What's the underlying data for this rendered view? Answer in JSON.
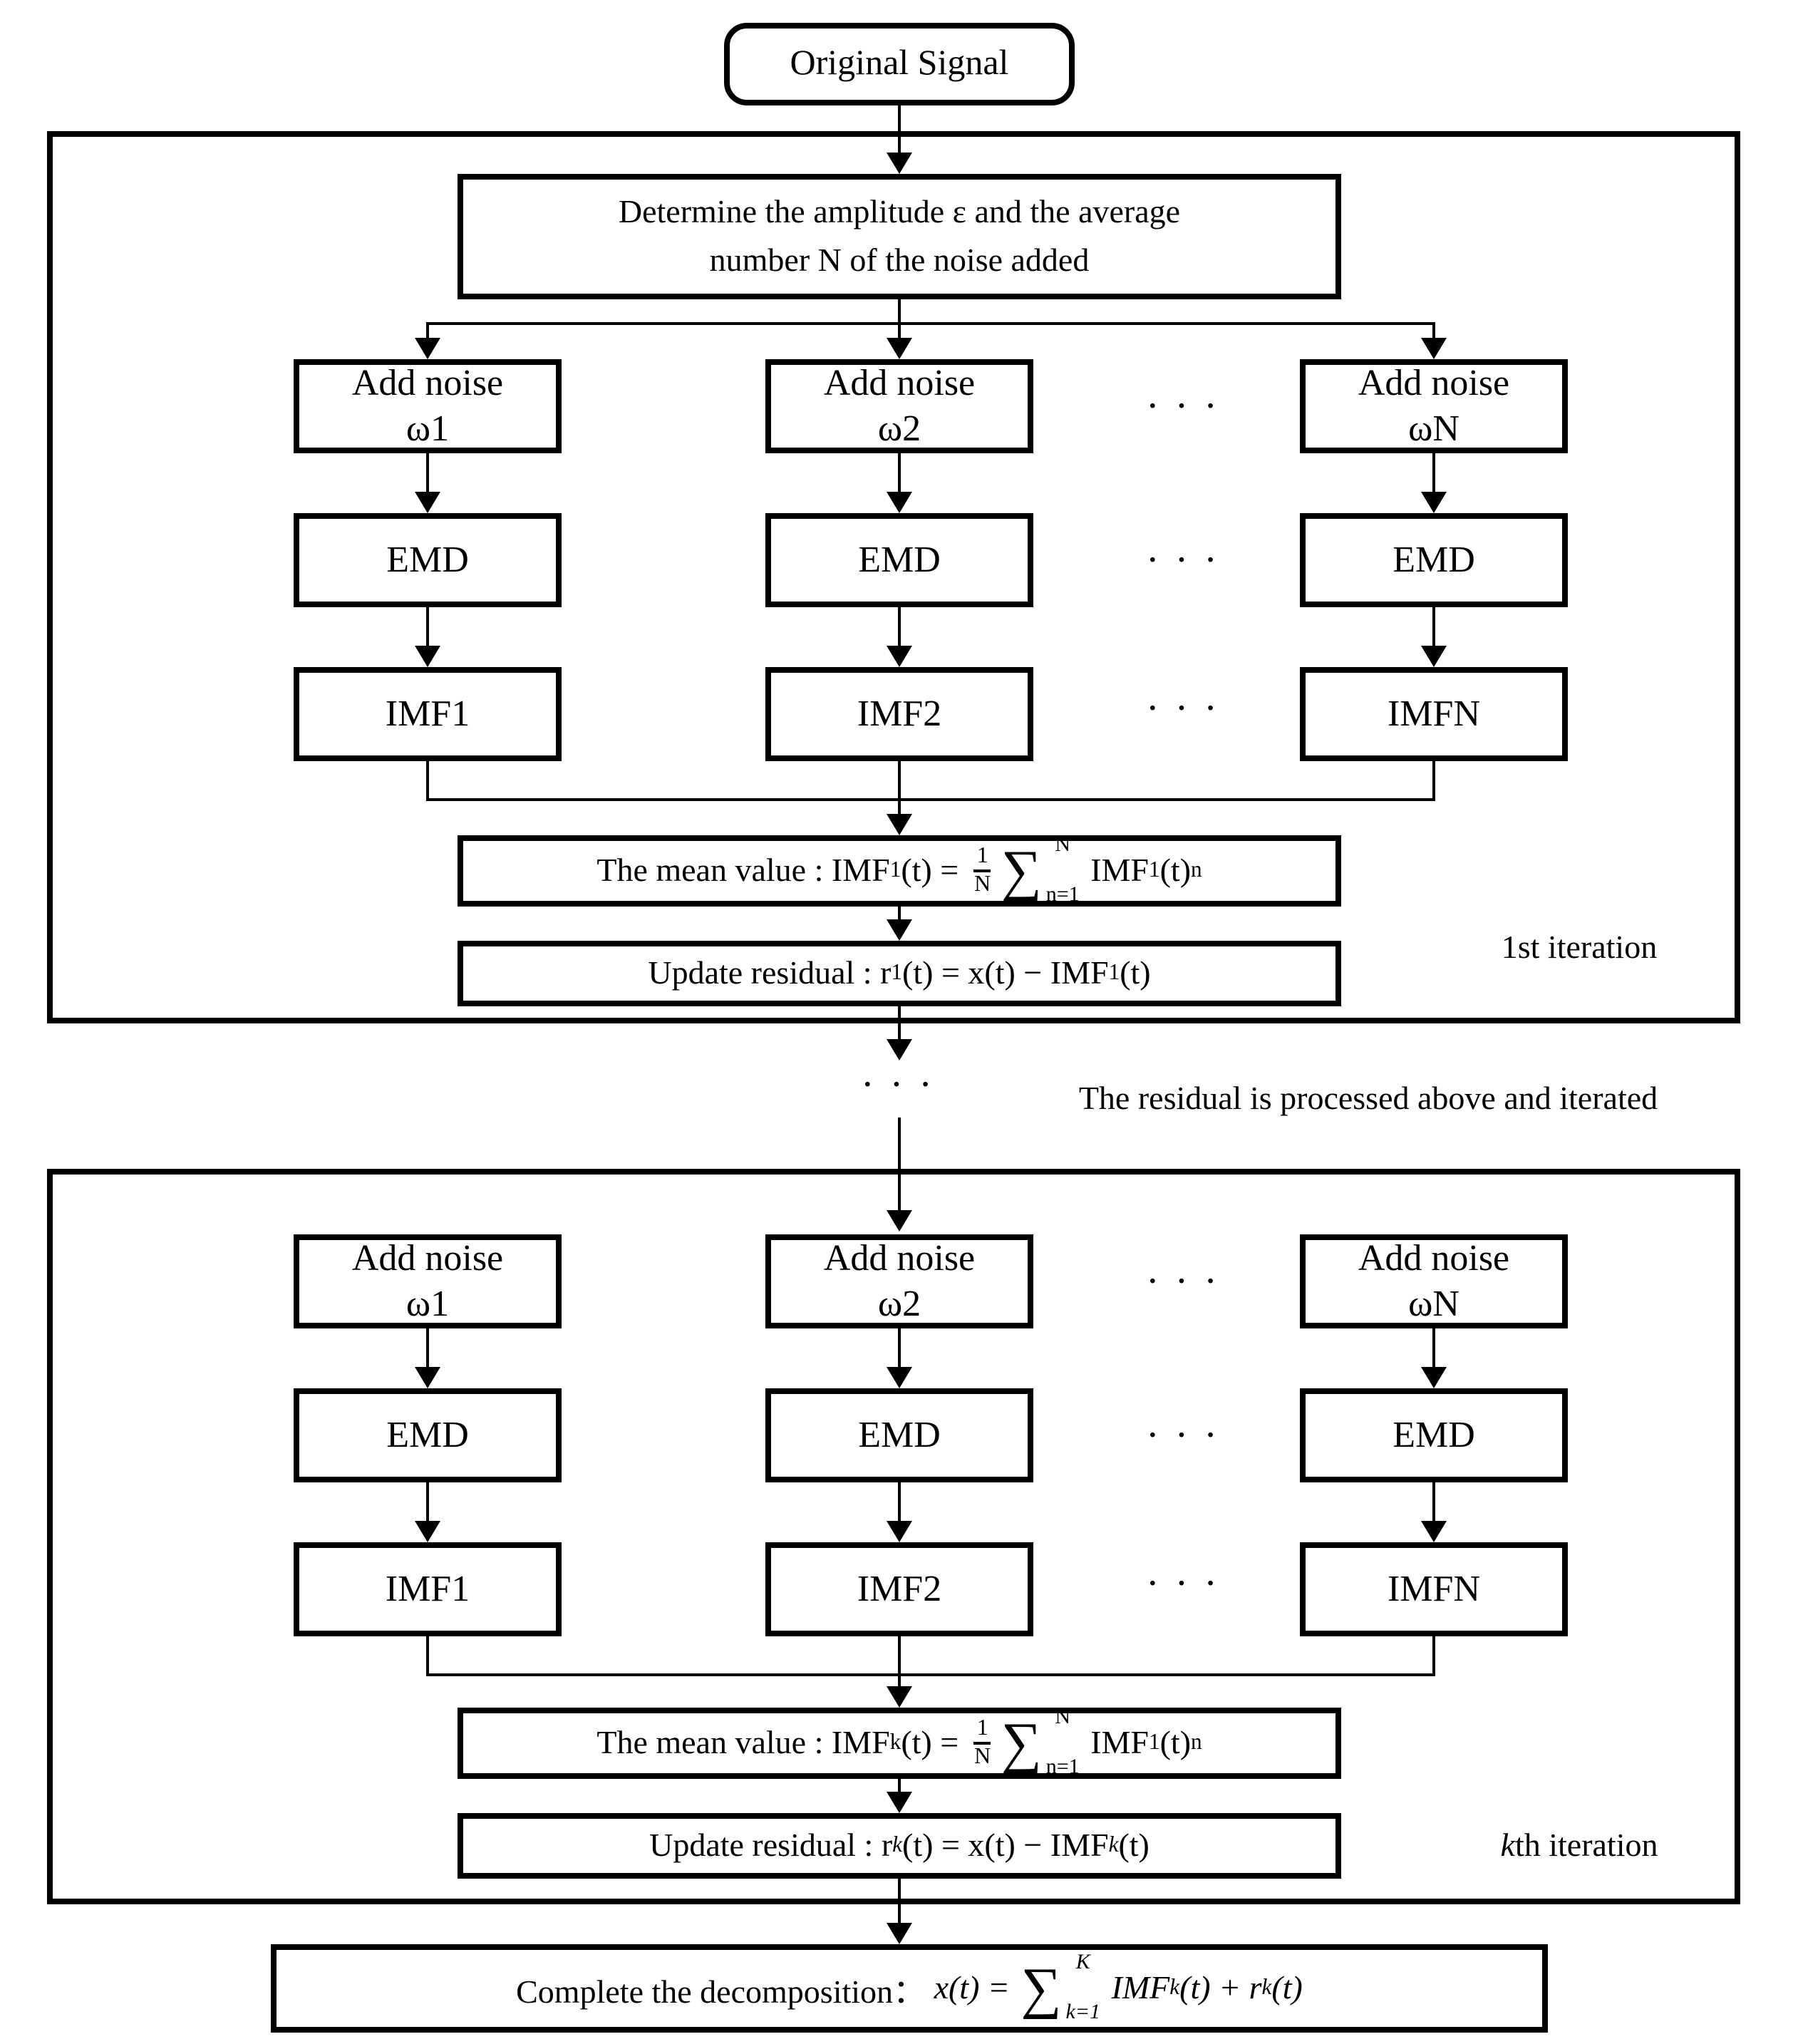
{
  "original_signal": {
    "label": "Original Signal"
  },
  "determine": {
    "line1": "Determine the amplitude ε and the average",
    "line2": "number N of the noise added"
  },
  "ellipsis": "· · ·",
  "between": {
    "ellipsis": "· · ·",
    "note": "The residual is processed above and iterated"
  },
  "sections": [
    {
      "iteration_prefix_italic": "",
      "iteration_label": "1st iteration",
      "noise_boxes": [
        [
          "Add noise",
          "ω1"
        ],
        [
          "Add noise",
          "ω2"
        ],
        [
          "Add noise",
          "ωN"
        ]
      ],
      "emd_labels": [
        "EMD",
        "EMD",
        "EMD"
      ],
      "imf_labels": [
        "IMF1",
        "IMF2",
        "IMFN"
      ],
      "mean": {
        "lead": "The mean value : IMF",
        "lhs_sub": "1",
        "eq": "(t) = ",
        "num": "1",
        "den": "N",
        "sum": "∑",
        "sum_top": "N",
        "sum_bot": "n=1",
        "rhs_lead": " IMF",
        "rhs_sub": "1",
        "rhs_paren": "(t)",
        "rhs_outer_sub": "n"
      },
      "residual": {
        "lead": "Update residual : r",
        "r_sub": "1",
        "mid": "(t) = x(t) − IMF",
        "imf_sub": "1",
        "tail": "(t)"
      }
    },
    {
      "iteration_prefix_italic": "k",
      "iteration_label": "th iteration",
      "noise_boxes": [
        [
          "Add noise",
          "ω1"
        ],
        [
          "Add noise",
          "ω2"
        ],
        [
          "Add noise",
          "ωN"
        ]
      ],
      "emd_labels": [
        "EMD",
        "EMD",
        "EMD"
      ],
      "imf_labels": [
        "IMF1",
        "IMF2",
        "IMFN"
      ],
      "mean": {
        "lead": "The mean value : IMF",
        "lhs_sub": "k",
        "eq": "(t) = ",
        "num": "1",
        "den": "N",
        "sum": "∑",
        "sum_top": "N",
        "sum_bot": "n=1",
        "rhs_lead": " IMF",
        "rhs_sub": "1",
        "rhs_paren": "(t)",
        "rhs_outer_sub": "n"
      },
      "residual": {
        "lead": "Update residual : r",
        "r_sub": "k",
        "mid": "(t) = x(t) − IMF",
        "imf_sub": "k",
        "tail": "(t)"
      }
    }
  ],
  "final": {
    "lead": "Complete the decomposition： ",
    "x": "x(t) = ",
    "sum": "∑",
    "sum_top": "K",
    "sum_bot": "k=1",
    "imf": " IMF",
    "imf_sub": "k",
    "mid": "(t) + r",
    "r_sub": "k",
    "tail": "(t)"
  }
}
